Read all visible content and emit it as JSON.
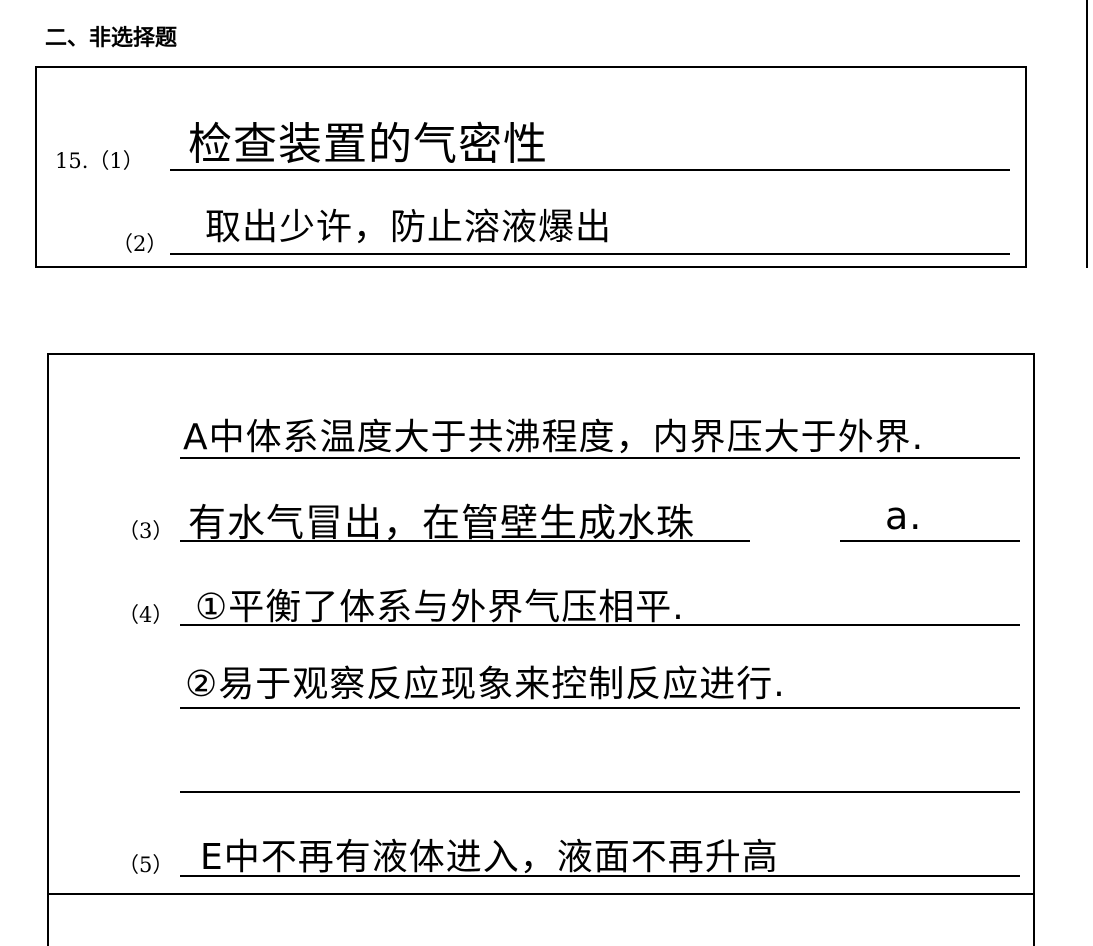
{
  "section_title": "二、非选择题",
  "q15": {
    "number_label": "15.（1）",
    "part2_label": "（2）",
    "answer1": "检查装置的气密性",
    "answer2": "取出少许，防止溶液爆出"
  },
  "box2": {
    "line_intro": "A中体系温度大于共沸程度，内界压大于外界.",
    "part3_label": "（3）",
    "answer3a": "有水气冒出，在管壁生成水珠",
    "answer3b": "a.",
    "part4_label": "（4）",
    "answer4_1": "①平衡了体系与外界气压相平.",
    "answer4_2": "②易于观察反应现象来控制反应进行.",
    "part5_label": "（5）",
    "answer5": "E中不再有液体进入，液面不再升高"
  }
}
